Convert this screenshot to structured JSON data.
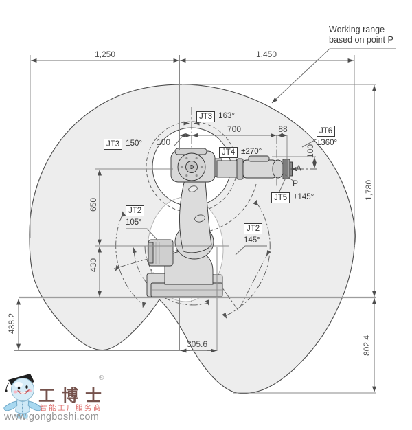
{
  "annotation": {
    "line1": "Working range",
    "line2": "based on point P"
  },
  "dimensions": {
    "d1250": "1,250",
    "d1450": "1,450",
    "d700": "700",
    "d88": "88",
    "d100a": "100",
    "d100b": "100",
    "d650": "650",
    "d430": "430",
    "d438_2": "438.2",
    "d305_6": "305.6",
    "d802_4": "802.4",
    "d1780": "1,780"
  },
  "joint_labels": {
    "jt3_inner": {
      "name": "JT3",
      "angle": "163°"
    },
    "jt3_outer": {
      "name": "JT3",
      "angle": "150°"
    },
    "jt4": {
      "name": "JT4",
      "angle": "±270°"
    },
    "jt6": {
      "name": "JT6",
      "angle": "±360°"
    },
    "jt5": {
      "name": "JT5",
      "angle": "±145°"
    },
    "jt2_inner": {
      "name": "JT2",
      "angle": "105°"
    },
    "jt2_outer": {
      "name": "JT2",
      "angle": "145°"
    }
  },
  "points": {
    "flange": "A",
    "tool_point": "P"
  },
  "logo": {
    "registered": "®",
    "brand": "工博士",
    "tagline": "智能工厂服务商",
    "url": "www.gongboshi.com"
  },
  "colors": {
    "envelope_fill": "#ededed",
    "outline": "#4a4a4a",
    "dimension": "#6f6f6f",
    "robot_fill": "#d8d8d8",
    "brand_text": "#75524c",
    "tagline_red": "#dd6663",
    "url_gray": "#969696"
  }
}
